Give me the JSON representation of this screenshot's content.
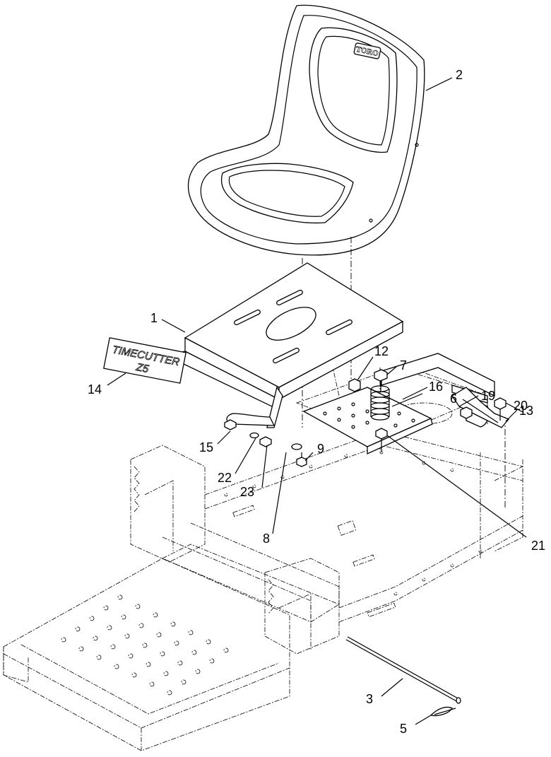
{
  "callouts": [
    {
      "id": "1",
      "label": "1"
    },
    {
      "id": "2",
      "label": "2"
    },
    {
      "id": "3",
      "label": "3"
    },
    {
      "id": "5",
      "label": "5"
    },
    {
      "id": "6",
      "label": "6"
    },
    {
      "id": "7",
      "label": "7"
    },
    {
      "id": "8",
      "label": "8"
    },
    {
      "id": "9",
      "label": "9"
    },
    {
      "id": "12",
      "label": "12"
    },
    {
      "id": "13",
      "label": "13"
    },
    {
      "id": "14",
      "label": "14"
    },
    {
      "id": "15",
      "label": "15"
    },
    {
      "id": "16",
      "label": "16"
    },
    {
      "id": "19",
      "label": "19"
    },
    {
      "id": "20",
      "label": "20"
    },
    {
      "id": "21",
      "label": "21"
    },
    {
      "id": "22",
      "label": "22"
    },
    {
      "id": "23",
      "label": "23"
    }
  ],
  "decal": {
    "line1": "TIMECUTTER",
    "line2": "Z5"
  },
  "seat_logo": "TORO"
}
